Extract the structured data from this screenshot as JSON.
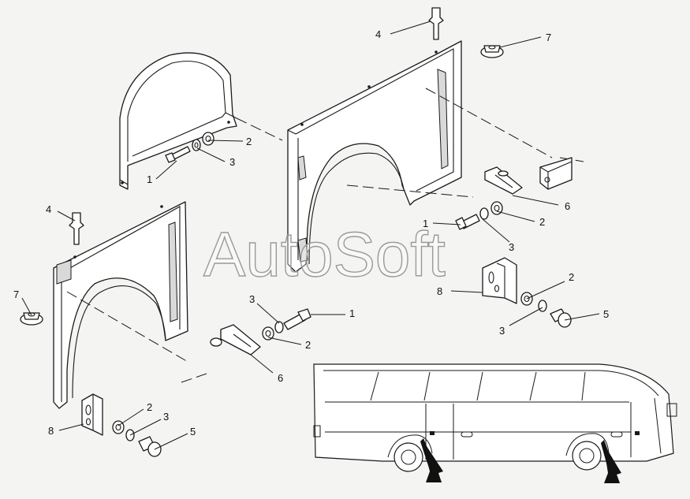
{
  "watermark": "AutoSoft",
  "callouts": [
    {
      "id": "c1",
      "text": "1"
    },
    {
      "id": "c2",
      "text": "2"
    },
    {
      "id": "c3",
      "text": "3"
    },
    {
      "id": "c4",
      "text": "4"
    },
    {
      "id": "c7",
      "text": "7"
    },
    {
      "id": "c6",
      "text": "6"
    },
    {
      "id": "c8",
      "text": "8"
    },
    {
      "id": "c5",
      "text": "5"
    }
  ],
  "labels": {
    "top_left_bolt": "1",
    "top_left_washer": "2",
    "top_left_lockwasher": "3",
    "top_right_pin": "4",
    "top_right_nut": "7",
    "right_plate": "6",
    "right_bolt": "1",
    "right_washer": "2",
    "right_lockwasher": "3",
    "right_bracket": "8",
    "right_bracket_washer": "2",
    "right_bracket_lockwasher": "3",
    "right_bracket_screw": "5",
    "left_pin": "4",
    "left_nut": "7",
    "mid_lockwasher": "3",
    "mid_bolt": "1",
    "mid_washer": "2",
    "mid_plate": "6",
    "left_bracket": "8",
    "left_bracket_washer": "2",
    "left_bracket_lockwasher": "3",
    "left_bracket_screw": "5"
  }
}
